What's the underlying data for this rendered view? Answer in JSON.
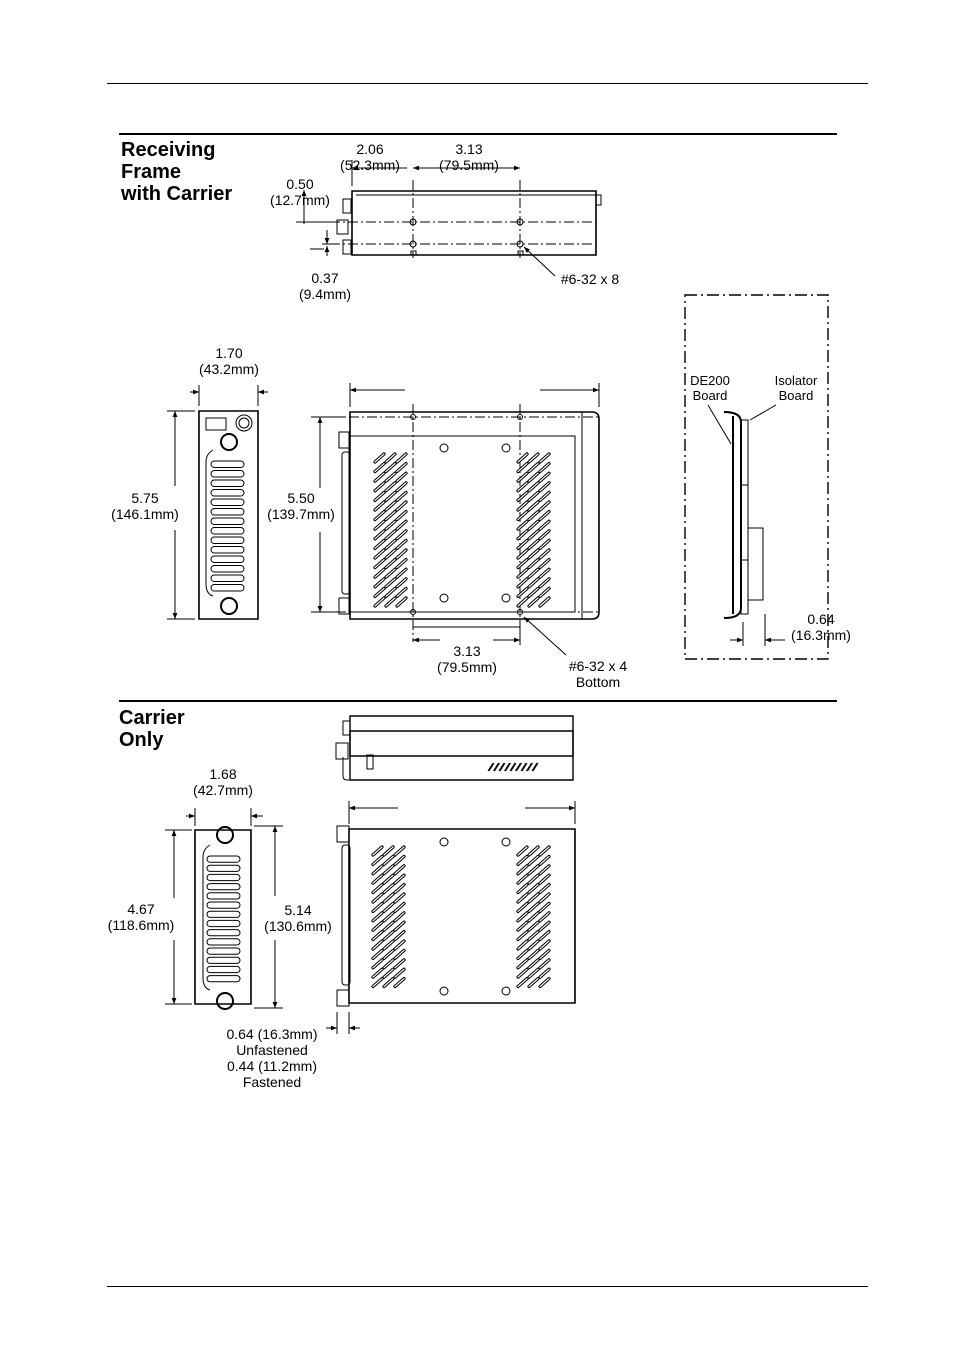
{
  "sections": {
    "receiving": {
      "title": "Receiving\nFrame\nwith Carrier"
    },
    "carrier": {
      "title": "Carrier\nOnly"
    }
  },
  "dimensions": {
    "top_2_06": "2.06\n(52.3mm)",
    "top_3_13": "3.13\n(79.5mm)",
    "top_0_50": "0.50\n(12.7mm)",
    "top_0_37": "0.37\n(9.4mm)",
    "top_screws": "#6-32 x 8",
    "front_1_70": "1.70\n(43.2mm)",
    "front_5_75": "5.75\n(146.1mm)",
    "side_5_50": "5.50\n(139.7mm)",
    "bottom_3_13": "3.13\n(79.5mm)",
    "bottom_screws": "#6-32 x 4\nBottom",
    "de200_board": "DE200\nBoard",
    "isolator_board": "Isolator\nBoard",
    "detail_0_64": "0.64\n(16.3mm)",
    "carrier_1_68": "1.68\n(42.7mm)",
    "carrier_4_67": "4.67\n(118.6mm)",
    "carrier_5_14": "5.14\n(130.6mm)",
    "carrier_bottom_note": "0.64 (16.3mm)\nUnfastened\n0.44 (11.2mm)\nFastened"
  }
}
